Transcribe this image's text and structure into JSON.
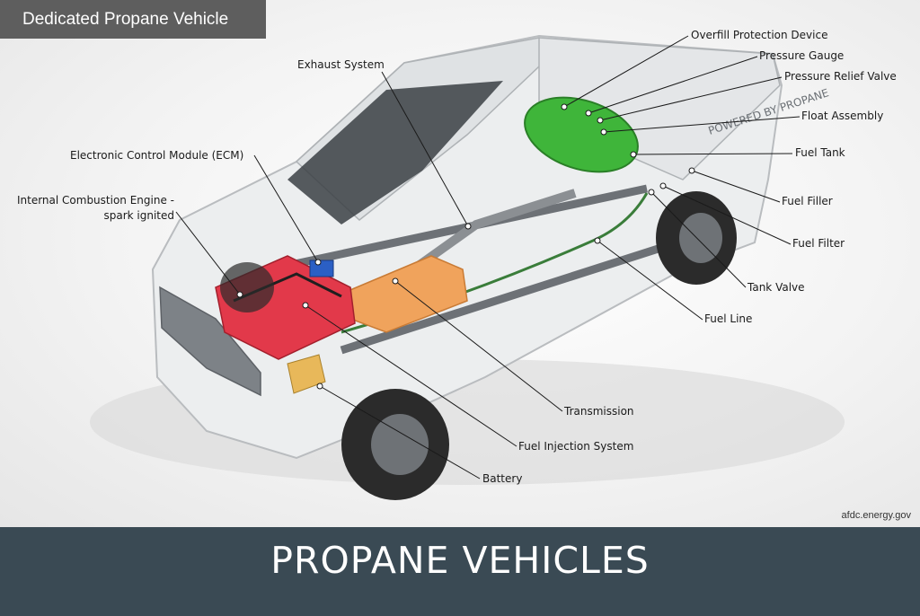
{
  "badge": "Dedicated Propane Vehicle",
  "labels": {
    "overfill": "Overfill Protection Device",
    "pressure_gauge": "Pressure Gauge",
    "relief_valve": "Pressure Relief Valve",
    "float_assembly": "Float Assembly",
    "fuel_tank": "Fuel Tank",
    "fuel_filler": "Fuel Filler",
    "fuel_filter": "Fuel Filter",
    "tank_valve": "Tank Valve",
    "fuel_line": "Fuel Line",
    "exhaust": "Exhaust System",
    "ecm": "Electronic Control Module (ECM)",
    "engine_line1": "Internal Combustion Engine -",
    "engine_line2": "spark ignited",
    "transmission": "Transmission",
    "fuel_injection": "Fuel Injection System",
    "battery": "Battery"
  },
  "tank_text": "POWERED BY PROPANE",
  "credit": "afdc.energy.gov",
  "footer_title": "PROPANE VEHICLES",
  "colors": {
    "tank": "#3fb53a",
    "engine": "#e2394a",
    "transmission": "#f0a35c",
    "battery": "#e8b85a",
    "ecm": "#2b5fc4",
    "footer": "#3a4a54"
  }
}
